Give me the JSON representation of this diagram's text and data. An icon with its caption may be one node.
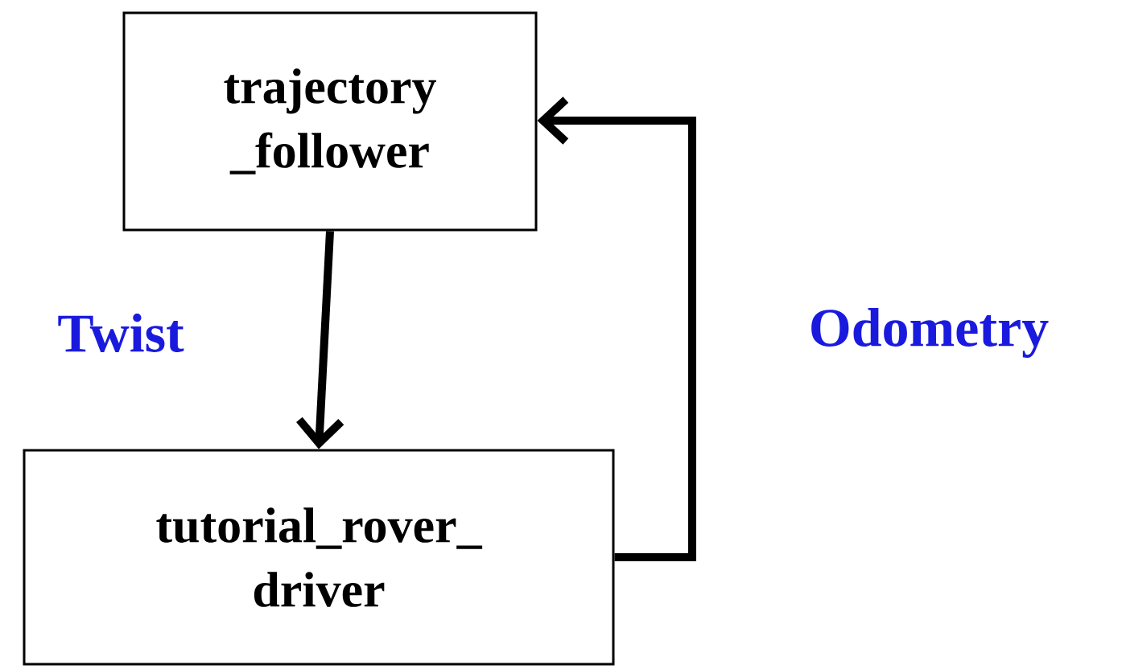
{
  "diagram": {
    "nodes": [
      {
        "text": [
          "trajectory _follower"
        ]
      },
      {
        "text": [
          "tutorial_rover_ driver"
        ]
      }
    ],
    "edges": [
      {
        "from": 0,
        "to": 1,
        "arrow": "to",
        "label": "Twist"
      },
      {
        "from": 1,
        "to": 0,
        "arrow": "to",
        "label": "Odometry"
      }
    ]
  }
}
